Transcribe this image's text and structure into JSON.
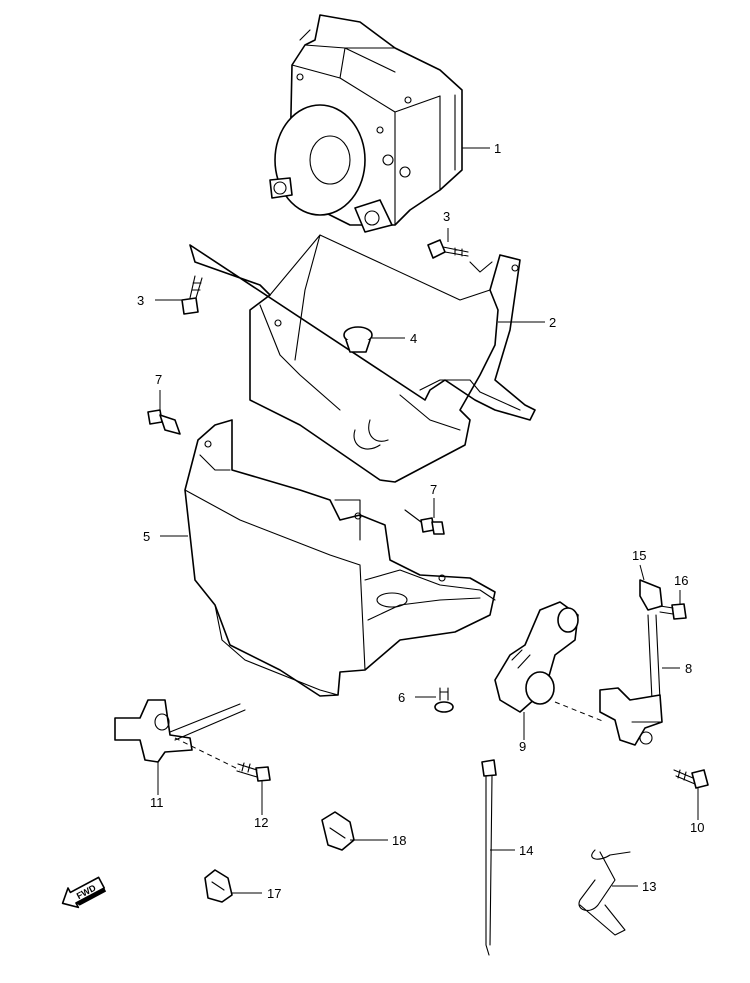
{
  "callouts": [
    {
      "id": "c1",
      "label": "1"
    },
    {
      "id": "c2",
      "label": "2"
    },
    {
      "id": "c3a",
      "label": "3"
    },
    {
      "id": "c3b",
      "label": "3"
    },
    {
      "id": "c4",
      "label": "4"
    },
    {
      "id": "c5",
      "label": "5"
    },
    {
      "id": "c6",
      "label": "6"
    },
    {
      "id": "c7a",
      "label": "7"
    },
    {
      "id": "c7b",
      "label": "7"
    },
    {
      "id": "c8",
      "label": "8"
    },
    {
      "id": "c9",
      "label": "9"
    },
    {
      "id": "c10",
      "label": "10"
    },
    {
      "id": "c11",
      "label": "11"
    },
    {
      "id": "c12",
      "label": "12"
    },
    {
      "id": "c13",
      "label": "13"
    },
    {
      "id": "c14",
      "label": "14"
    },
    {
      "id": "c15",
      "label": "15"
    },
    {
      "id": "c16",
      "label": "16"
    },
    {
      "id": "c17",
      "label": "17"
    },
    {
      "id": "c18",
      "label": "18"
    }
  ],
  "direction_arrow": {
    "label": "FWD"
  }
}
